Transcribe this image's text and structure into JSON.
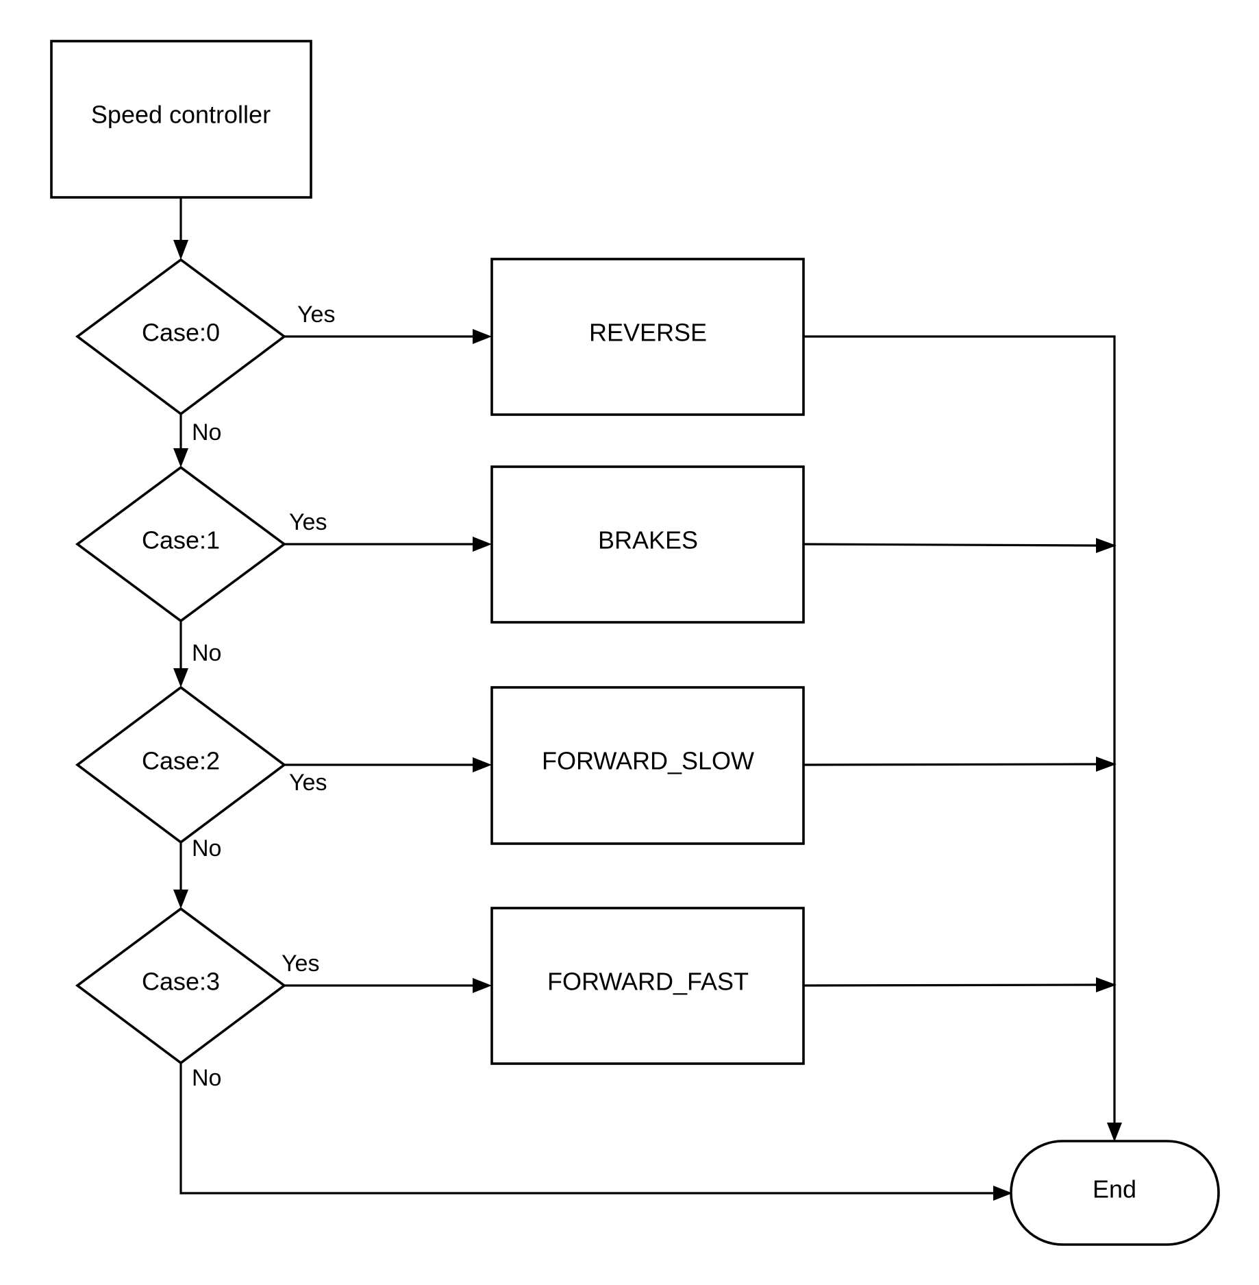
{
  "diagram": {
    "type": "flowchart",
    "colors": {
      "stroke": "#000000",
      "fill": "#ffffff",
      "text": "#000000"
    },
    "nodes": {
      "start": {
        "label": "Speed controller",
        "shape": "rectangle"
      },
      "case0": {
        "label": "Case:0",
        "shape": "diamond"
      },
      "case1": {
        "label": "Case:1",
        "shape": "diamond"
      },
      "case2": {
        "label": "Case:2",
        "shape": "diamond"
      },
      "case3": {
        "label": "Case:3",
        "shape": "diamond"
      },
      "reverse": {
        "label": "REVERSE",
        "shape": "rectangle"
      },
      "brakes": {
        "label": "BRAKES",
        "shape": "rectangle"
      },
      "forward_slow": {
        "label": "FORWARD_SLOW",
        "shape": "rectangle"
      },
      "forward_fast": {
        "label": "FORWARD_FAST",
        "shape": "rectangle"
      },
      "end": {
        "label": "End",
        "shape": "terminator"
      }
    },
    "edges": [
      {
        "from": "start",
        "to": "case0",
        "label": ""
      },
      {
        "from": "case0",
        "to": "reverse",
        "label": "Yes"
      },
      {
        "from": "case0",
        "to": "case1",
        "label": "No"
      },
      {
        "from": "case1",
        "to": "brakes",
        "label": "Yes"
      },
      {
        "from": "case1",
        "to": "case2",
        "label": "No"
      },
      {
        "from": "case2",
        "to": "forward_slow",
        "label": "Yes"
      },
      {
        "from": "case2",
        "to": "case3",
        "label": "No"
      },
      {
        "from": "case3",
        "to": "forward_fast",
        "label": "Yes"
      },
      {
        "from": "case3",
        "to": "end",
        "label": "No"
      },
      {
        "from": "reverse",
        "to": "end",
        "label": ""
      },
      {
        "from": "brakes",
        "to": "end",
        "label": ""
      },
      {
        "from": "forward_slow",
        "to": "end",
        "label": ""
      },
      {
        "from": "forward_fast",
        "to": "end",
        "label": ""
      }
    ]
  }
}
